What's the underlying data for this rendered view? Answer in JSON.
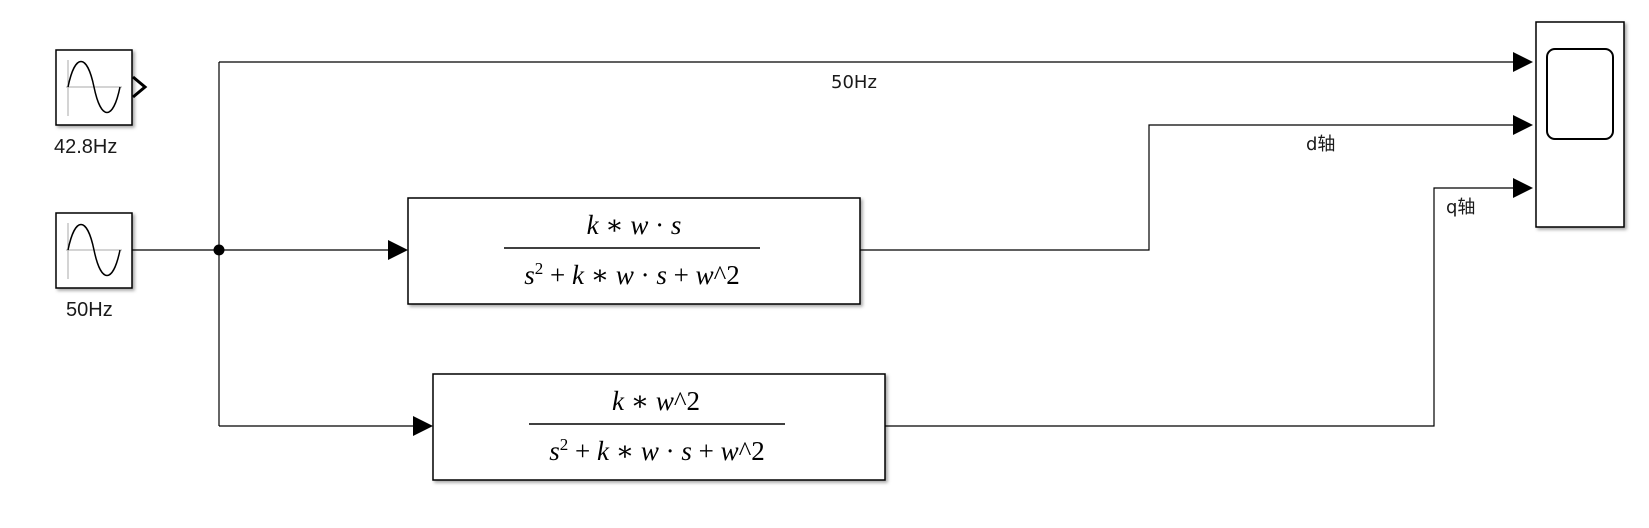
{
  "blocks": {
    "sine_1": {
      "label": "42.8Hz",
      "icon": "sine-wave-icon"
    },
    "sine_2": {
      "label": "50Hz",
      "icon": "sine-wave-icon"
    },
    "tf_d": {
      "numerator": "k * w · s",
      "denominator": "s2 + k * w · s + w^2",
      "num_parts": [
        "k",
        " ∗ ",
        "w",
        " · ",
        "s"
      ],
      "den_parts": [
        "s",
        "2",
        " + ",
        "k",
        " ∗ ",
        "w",
        " · ",
        "s",
        " + ",
        "w",
        "^2"
      ]
    },
    "tf_q": {
      "numerator": "k * w^2",
      "denominator": "s2 + k * w · s + w^2",
      "num_parts": [
        "k",
        " ∗ ",
        "w",
        "^2"
      ],
      "den_parts": [
        "s",
        "2",
        " + ",
        "k",
        " ∗ ",
        "w",
        " · ",
        "s",
        " + ",
        "w",
        "^2"
      ]
    },
    "scope": {
      "icon": "scope-icon"
    }
  },
  "signals": {
    "top": "50Hz",
    "d": "d轴",
    "q": "q轴"
  }
}
